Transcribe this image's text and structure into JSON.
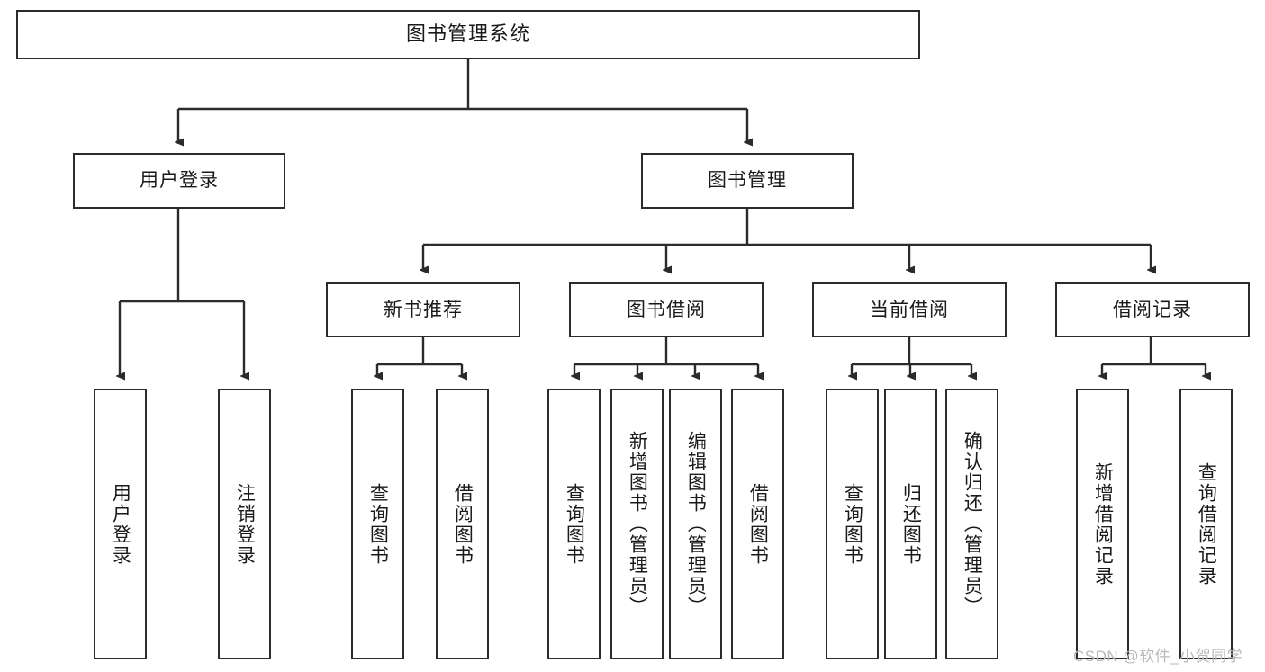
{
  "diagram": {
    "title": "图书管理系统",
    "type": "tree-hierarchy",
    "root": {
      "label": "图书管理系统"
    },
    "level2": [
      {
        "label": "用户登录"
      },
      {
        "label": "图书管理"
      }
    ],
    "level3": [
      {
        "label": "新书推荐"
      },
      {
        "label": "图书借阅"
      },
      {
        "label": "当前借阅"
      },
      {
        "label": "借阅记录"
      }
    ],
    "leaves": {
      "user_login": [
        {
          "label": "用户登录"
        },
        {
          "label": "注销登录"
        }
      ],
      "new_book_recommend": [
        {
          "label": "查询图书"
        },
        {
          "label": "借阅图书"
        }
      ],
      "book_borrow": [
        {
          "label": "查询图书"
        },
        {
          "label": "新增图书（管理员）"
        },
        {
          "label": "编辑图书（管理员）"
        },
        {
          "label": "借阅图书"
        }
      ],
      "current_borrow": [
        {
          "label": "查询图书"
        },
        {
          "label": "归还图书"
        },
        {
          "label": "确认归还（管理员）"
        }
      ],
      "borrow_record": [
        {
          "label": "新增借阅记录"
        },
        {
          "label": "查询借阅记录"
        }
      ]
    },
    "watermark": "CSDN @软件_小贺同学",
    "colors": {
      "stroke": "#2b2b2b",
      "fill": "#ffffff",
      "text": "#1a1a1a",
      "watermark": "#b9b9b9"
    }
  }
}
